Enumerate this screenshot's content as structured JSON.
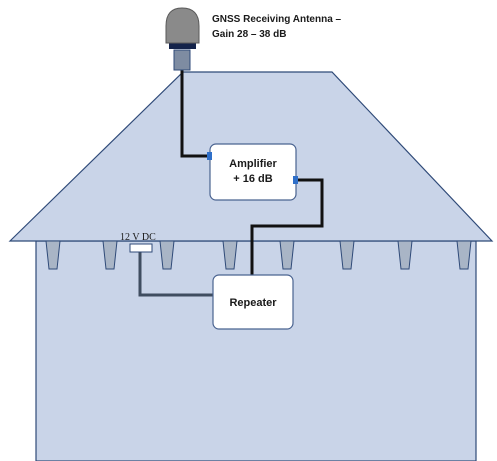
{
  "diagram": {
    "antenna_label_line1": "GNSS Receiving Antenna –",
    "antenna_label_line2": "Gain 28 – 38 dB",
    "amplifier_line1": "Amplifier",
    "amplifier_line2": "+ 16 dB",
    "repeater_label": "Repeater",
    "power_label": "12 V DC"
  },
  "colors": {
    "building_fill": "#c9d4e8",
    "building_stroke": "#2f4a78",
    "cable_main": "#111111",
    "cable_power": "#3f4d60",
    "box_stroke": "#4a6390",
    "connector": "#2f6fc9"
  }
}
